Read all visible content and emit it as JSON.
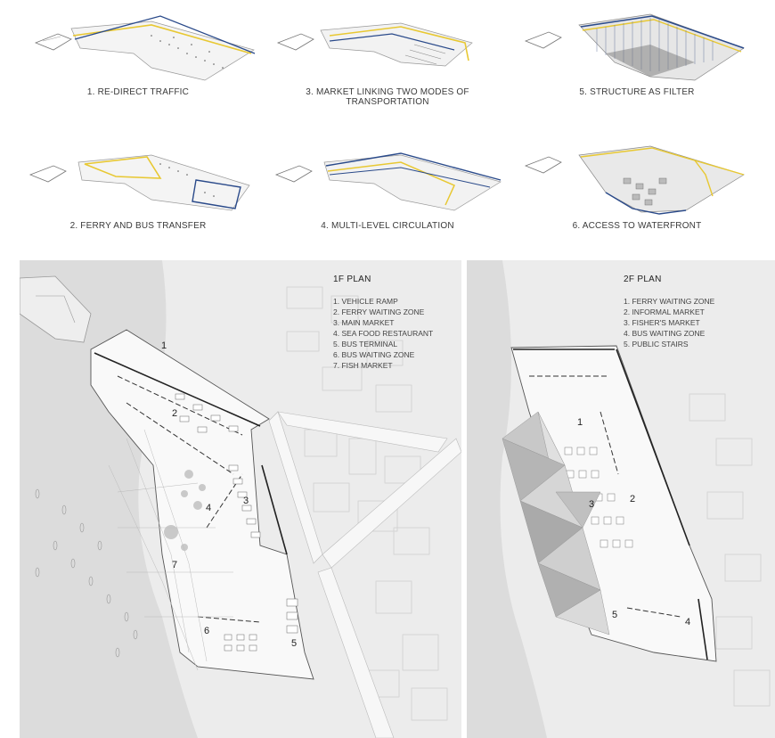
{
  "diagrams": [
    {
      "id": "d1",
      "caption": "1. RE-DIRECT TRAFFIC"
    },
    {
      "id": "d3",
      "caption": "3. MARKET LINKING TWO MODES OF TRANSPORTATION"
    },
    {
      "id": "d5",
      "caption": "5. STRUCTURE AS FILTER"
    },
    {
      "id": "d2",
      "caption": "2. FERRY AND BUS TRANSFER"
    },
    {
      "id": "d4",
      "caption": "4. MULTI-LEVEL CIRCULATION"
    },
    {
      "id": "d6",
      "caption": "6. ACCESS TO WATERFRONT"
    }
  ],
  "plan_1f": {
    "title": "1F PLAN",
    "legend": [
      "1. VEHICLE RAMP",
      "2. FERRY WAITING ZONE",
      "3. MAIN MARKET",
      "4. SEA FOOD RESTAURANT",
      "5. BUS TERMINAL",
      "6. BUS WAITING ZONE",
      "7. FISH MARKET"
    ],
    "numbers": [
      "1",
      "2",
      "3",
      "4",
      "5",
      "6",
      "7"
    ]
  },
  "plan_2f": {
    "title": "2F PLAN",
    "legend": [
      "1. FERRY WAITING ZONE",
      "2. INFORMAL MARKET",
      "3. FISHER'S MARKET",
      "4. BUS WAITING ZONE",
      "5. PUBLIC STAIRS"
    ],
    "numbers": [
      "1",
      "2",
      "3",
      "4",
      "5"
    ]
  },
  "colors": {
    "yellow_path": "#e8c832",
    "blue_path": "#2a4a8a",
    "plan_bg": "#ececec",
    "water": "#dcdcdc"
  }
}
